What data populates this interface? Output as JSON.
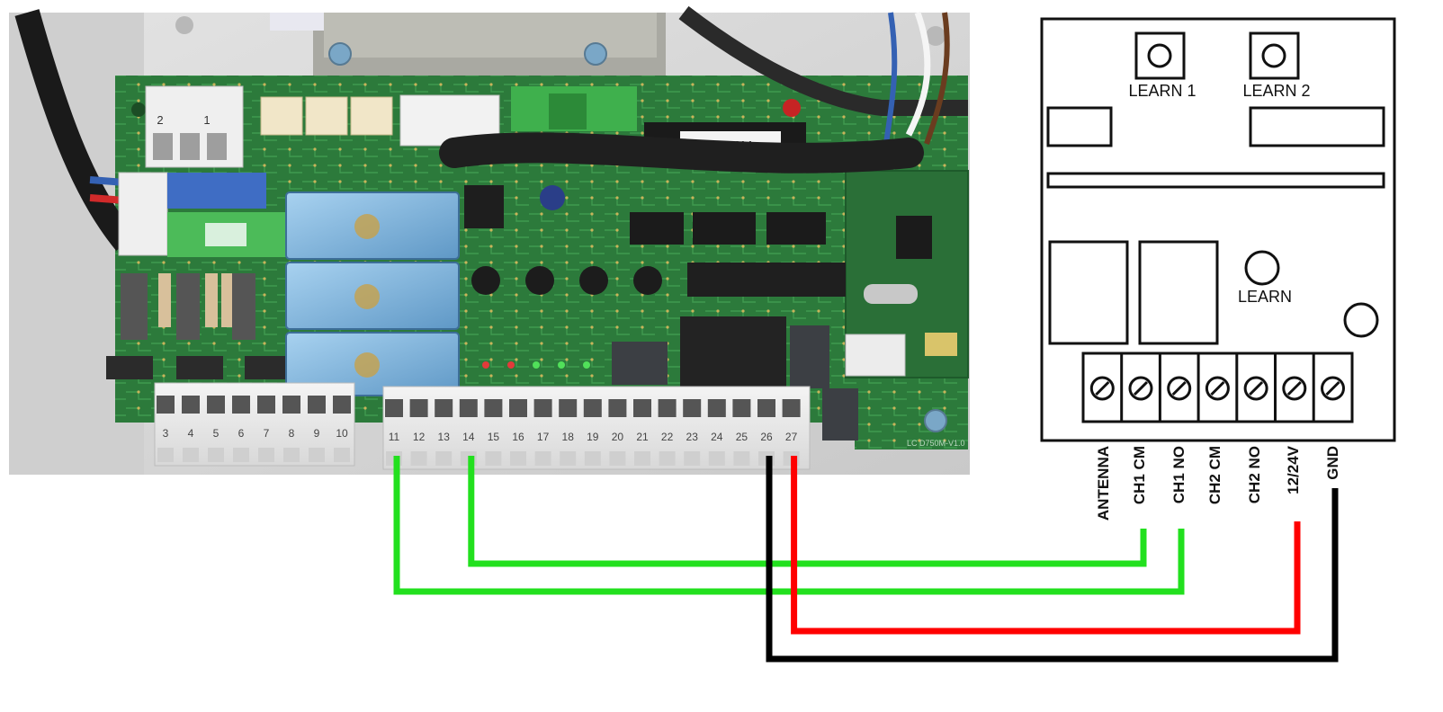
{
  "controller_board": {
    "model_label": "D750M",
    "board_marking": "LC D750M-V1.0",
    "plug_labels": [
      "2",
      "",
      "1"
    ],
    "terminals_left": [
      "3",
      "4",
      "5",
      "6",
      "7",
      "8",
      "9",
      "10"
    ],
    "terminals_right": [
      "11",
      "12",
      "13",
      "14",
      "15",
      "16",
      "17",
      "18",
      "19",
      "20",
      "21",
      "22",
      "23",
      "24",
      "25",
      "26",
      "27"
    ]
  },
  "receiver": {
    "buttons": {
      "learn1": "LEARN 1",
      "learn2": "LEARN 2",
      "learn": "LEARN"
    },
    "terminal_labels": [
      "ANTENNA",
      "CH1 CM",
      "CH1 NO",
      "CH2 CM",
      "CH2 NO",
      "12/24V",
      "GND"
    ]
  },
  "wires": [
    {
      "from_terminal": "14",
      "to_terminal": "CH1 CM",
      "color": "#22e01e"
    },
    {
      "from_terminal": "11",
      "to_terminal": "CH1 NO",
      "color": "#22e01e"
    },
    {
      "from_terminal": "27",
      "to_terminal": "12/24V",
      "color": "#ff0000"
    },
    {
      "from_terminal": "26",
      "to_terminal": "GND",
      "color": "#000000"
    }
  ],
  "colors": {
    "pcb": "#2c7a3b",
    "enclosure": "#d6d6d6",
    "relay": "#7fb4dc",
    "green_wire": "#22e01e",
    "red_wire": "#ff0000",
    "black_wire": "#000000"
  }
}
